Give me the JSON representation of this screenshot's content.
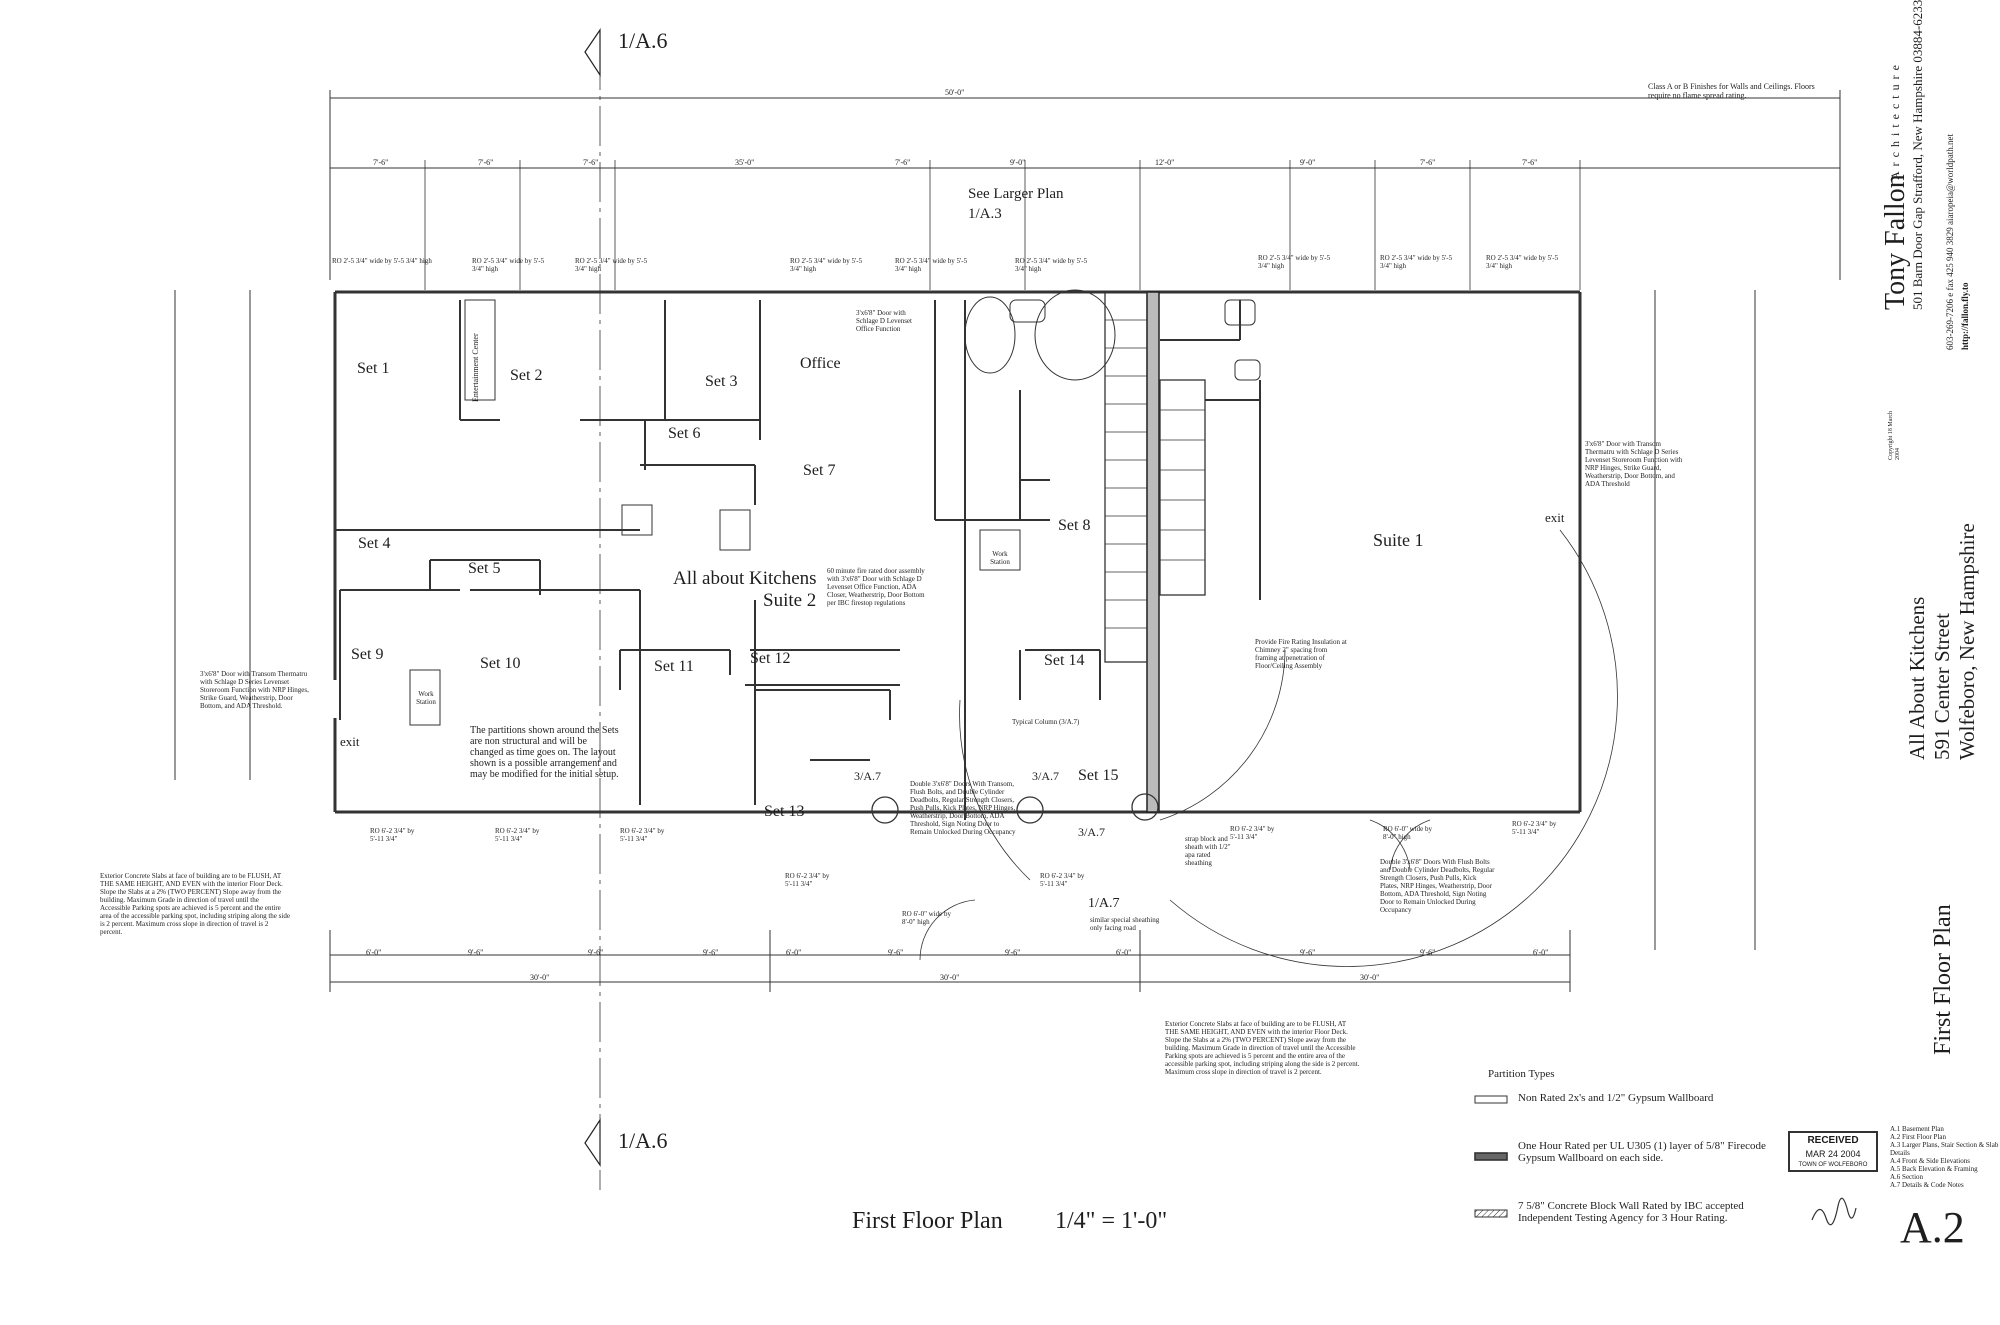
{
  "sheet": {
    "plan_title": "First Floor Plan",
    "scale": "1/4\" = 1'-0\"",
    "sheet_number": "A.2",
    "vertical_title": "First Floor Plan",
    "section_marker_top": "1/A.6",
    "section_marker_bottom": "1/A.6"
  },
  "title_block": {
    "architect_name": "Tony Fallon",
    "architect_word": "Architecture",
    "address_line": "501 Barn Door Gap    Strafford, New Hampshire    03884-6233",
    "contact_line": "603-269-7206    e fax 425 940 3829    aiaropeia@worldpath.net",
    "website": "http://fallon.fly.to",
    "copyright": "Copyright 18 March 2004",
    "project_name": "All About Kitchens",
    "project_street": "591 Center Street",
    "project_city": "Wolfeboro, New Hampshire"
  },
  "general_note": "Class A or B Finishes for Walls and Ceilings. Floors require no flame spread rating.",
  "callouts": {
    "larger_plan_title": "See Larger Plan",
    "larger_plan_ref": "1/A.3",
    "detail_ref": "3/A.7",
    "detail_ref_2": "1/A.7",
    "similar_sheathing": "similar special sheathing only facing road"
  },
  "rooms": {
    "set1": "Set 1",
    "set2": "Set 2",
    "set3": "Set 3",
    "office": "Office",
    "set4": "Set 4",
    "set5": "Set 5",
    "set6": "Set 6",
    "set7": "Set 7",
    "set8": "Set 8",
    "set9": "Set 9",
    "set10": "Set 10",
    "set11": "Set 11",
    "set12": "Set 12",
    "set13": "Set 13",
    "set14": "Set 14",
    "set15": "Set 15",
    "entertainment": "Entertainment Center",
    "suite2_line1": "All about Kitchens",
    "suite2_line2": "Suite 2",
    "suite1": "Suite 1",
    "work_station": "Work Station",
    "exit": "exit",
    "typical_column": "Typical Column (3/A.7)"
  },
  "partition_note": "The partitions shown around the Sets are non structural and will be changed as time goes on. The layout shown is a possible arrangement and may be modified for the initial setup.",
  "door_notes": {
    "office_door": "3'x6'8\" Door with Schlage D Levenset Office Function",
    "suite2_door": "60 minute fire rated door assembly with 3'x6'8\" Door with Schlage D Levenset Office Function, ADA Closer, Weatherstrip, Door Bottom per IBC firestop regulations",
    "suite1_door": "3'x6'8\" Door with Transom Thermatru with Schlage D Series Levenset Storeroom Function with NRP Hinges, Strike Guard, Weatherstrip, Door Bottom, and ADA Threshold",
    "left_door": "3'x6'8\" Door with Transom Thermatru with Schlage D Series Levenset Storeroom Function with NRP Hinges, Strike Guard, Weatherstrip, Door Bottom, and ADA Threshold.",
    "double_doors_center": "Double 3'x6'8\" Doors With Transom, Flush Bolts, and Double Cylinder Deadbolts, Regular Strength Closers, Push Pulls, Kick Plates, NRP Hinges, Weatherstrip, Door Bottom, ADA Threshold, Sign Noting Door to Remain Unlocked During Occupancy",
    "double_doors_right": "Double 3'x6'8\" Doors With Flush Bolts and Double Cylinder Deadbolts, Regular Strength Closers, Push Pulls, Kick Plates, NRP Hinges, Weatherstrip, Door Bottom, ADA Threshold, Sign Noting Door to Remain Unlocked During Occupancy",
    "chimney_note": "Provide Fire Rating Insulation at Chimney 2\" spacing from framing at penetration of Floor/Ceiling Assembly",
    "strap_note": "strap block and sheath with 1/2\" apa rated sheathing"
  },
  "slab_note_left": "Exterior Concrete Slabs at face of building are to be FLUSH, AT THE SAME HEIGHT, AND EVEN with the interior Floor Deck. Slope the Slabs at a 2% (TWO PERCENT) Slope away from the building. Maximum Grade in direction of travel until the Accessible Parking spots are achieved is 5 percent and the entire area of the accessible parking spot, including striping along the side is 2 percent. Maximum cross slope in direction of travel is 2 percent.",
  "slab_note_center": "Exterior Concrete Slabs at face of building are to be FLUSH, AT THE SAME HEIGHT, AND EVEN with the interior Floor Deck. Slope the Slabs at a 2% (TWO PERCENT) Slope away from the building. Maximum Grade in direction of travel until the Accessible Parking spots are achieved is 5 percent and the entire area of the accessible parking spot, including striping along the side is 2 percent. Maximum cross slope in direction of travel is 2 percent.",
  "windows_top": [
    "RO 2'-5 3/4\" wide by 5'-5 3/4\" high",
    "RO 2'-5 3/4\" wide by 5'-5 3/4\" high",
    "RO 2'-5 3/4\" wide by 5'-5 3/4\" high",
    "RO 2'-5 3/4\" wide by 5'-5 3/4\" high",
    "RO 2'-5 3/4\" wide by 5'-5 3/4\" high",
    "RO 2'-5 3/4\" wide by 5'-5 3/4\" high",
    "RO 2'-5 3/4\" wide by 5'-5 3/4\" high",
    "RO 2'-5 3/4\" wide by 5'-5 3/4\" high",
    "RO 2'-5 3/4\" wide by 5'-5 3/4\" high"
  ],
  "windows_bottom": [
    "RO 6'-2 3/4\" by 5'-11 3/4\"",
    "RO 6'-2 3/4\" by 5'-11 3/4\"",
    "RO 6'-2 3/4\" by 5'-11 3/4\"",
    "RO 6'-2 3/4\" by 5'-11 3/4\"",
    "RO 6'-2 3/4\" by 5'-11 3/4\"",
    "RO 6'-0\" wide by 8'-0\" high",
    "RO 6'-2 3/4\" by 5'-11 3/4\"",
    "RO 6'-0\" wide by 8'-0\" high",
    "RO 6'-2 3/4\" by 5'-11 3/4\""
  ],
  "dims_top": [
    "50'-0\"",
    "7'-6\"",
    "7'-6\"",
    "7'-6\"",
    "35'-0\"",
    "7'-6\"",
    "9'-0\"",
    "12'-0\"",
    "9'-0\"",
    "7'-6\"",
    "7'-6\""
  ],
  "dims_bottom": [
    "6'-0\"",
    "9'-6\"",
    "9'-6\"",
    "9'-6\"",
    "6'-0\"",
    "9'-6\"",
    "9'-6\"",
    "6'-0\"",
    "9'-6\"",
    "9'-6\"",
    "6'-0\"",
    "30'-0\"",
    "30'-0\"",
    "30'-0\""
  ],
  "legend": {
    "title": "Partition Types",
    "item1": "Non Rated 2x's and 1/2\" Gypsum Wallboard",
    "item2": "One Hour Rated per UL U305 (1) layer of 5/8\" Firecode Gypsum Wallboard on each side.",
    "item3": "7 5/8\" Concrete Block Wall Rated by IBC accepted Independent Testing Agency for 3 Hour Rating."
  },
  "stamp": {
    "label": "RECEIVED",
    "date": "MAR 24 2004",
    "town": "TOWN OF WOLFEBORO"
  },
  "sheet_index": [
    "A.1 Basement Plan",
    "A.2 First Floor Plan",
    "A.3 Larger Plans, Stair Section & Slab Details",
    "A.4 Front & Side Elevations",
    "A.5 Back Elevation & Framing",
    "A.6 Section",
    "A.7 Details & Code Notes"
  ]
}
